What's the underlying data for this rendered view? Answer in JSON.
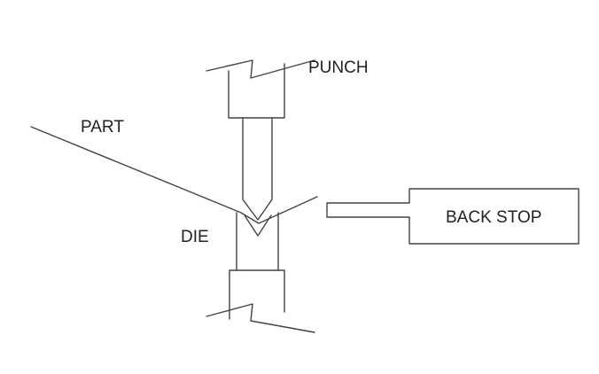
{
  "diagram": {
    "labels": {
      "punch": "PUNCH",
      "part": "PART",
      "die": "DIE",
      "back_stop": "BACK STOP"
    },
    "colors": {
      "line": "#444444",
      "text": "#222222",
      "background": "#ffffff"
    }
  }
}
